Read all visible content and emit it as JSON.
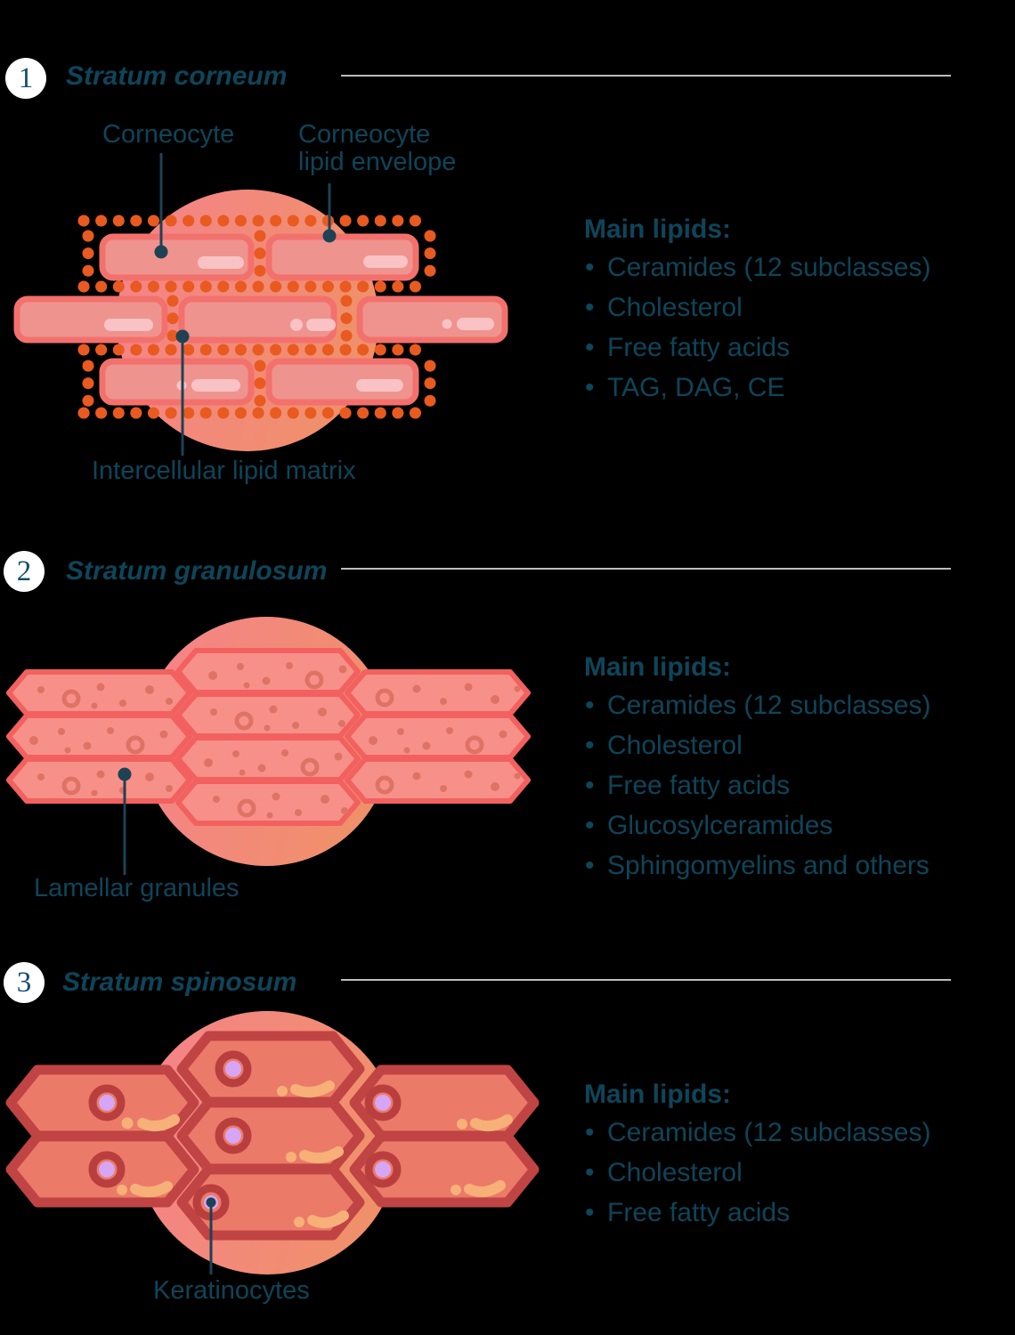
{
  "sections": [
    {
      "badge": "1",
      "title": "Stratum corneum",
      "labels": {
        "corneocyte": "Corneocyte",
        "lipid_envelope": "Corneocyte lipid envelope",
        "lipid_matrix": "Intercellular lipid matrix"
      },
      "lipids": {
        "heading": "Main lipids:",
        "items": [
          "Ceramides (12 subclasses)",
          "Cholesterol",
          "Free fatty acids",
          "TAG, DAG, CE"
        ]
      }
    },
    {
      "badge": "2",
      "title": "Stratum granulosum",
      "labels": {
        "lamellar_granules": "Lamellar granules"
      },
      "lipids": {
        "heading": "Main lipids:",
        "items": [
          "Ceramides (12 subclasses)",
          "Cholesterol",
          "Free fatty acids",
          "Glucosylceramides",
          "Sphingomyelins and others"
        ]
      }
    },
    {
      "badge": "3",
      "title": "Stratum spinosum",
      "labels": {
        "keratinocytes": "Keratinocytes"
      },
      "lipids": {
        "heading": "Main lipids:",
        "items": [
          "Ceramides (12 subclasses)",
          "Cholesterol",
          "Free fatty acids"
        ]
      }
    }
  ],
  "colors": {
    "background": "#000000",
    "text_teal": "#0e4559",
    "leader": "#1d4254",
    "badge_bg": "#ffffff",
    "badge_text": "#14506b",
    "divider": "#bdbdbd",
    "circle_pink": "#f5828b",
    "circle_orange": "#f0906a",
    "s1_cell_fill": "#ef938e",
    "s1_cell_border": "#f3716d",
    "s1_highlight": "#f9c2c4",
    "matrix_dot": "#e95a20",
    "s2_cell_fill": "#f8908a",
    "s2_cell_border": "#f2615f",
    "s2_granule": "#de7365",
    "s3_cell_fill": "#ec7a68",
    "s3_cell_border": "#c04443",
    "s3_nucleus_ring": "#b93f3f",
    "s3_nucleus_core": "#d6a5f4",
    "s3_highlight": "#f6b078"
  }
}
